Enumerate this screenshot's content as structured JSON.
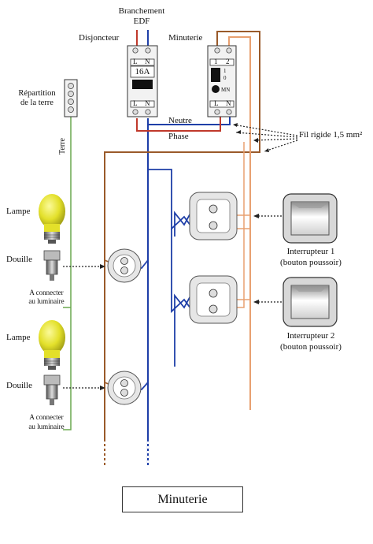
{
  "labels": {
    "branchement": "Branchement",
    "edf": "EDF",
    "disjoncteur": "Disjoncteur",
    "minuterie": "Minuterie",
    "repartition_line1": "Répartition",
    "repartition_line2": "de la terre",
    "terre": "Terre",
    "neutre": "Neutre",
    "phase": "Phase",
    "fil_rigide": "Fil rigide 1,5 mm²",
    "lampe_1": "Lampe",
    "douille_1": "Douille",
    "a_connecter_1_line1": "A connecter",
    "a_connecter_1_line2": "au luminaire",
    "lampe_2": "Lampe",
    "douille_2": "Douille",
    "a_connecter_2_line1": "A connecter",
    "a_connecter_2_line2": "au luminaire",
    "interrupteur_1_line1": "Interrupteur 1",
    "interrupteur_1_line2": "(bouton poussoir)",
    "interrupteur_2_line1": "Interrupteur 2",
    "interrupteur_2_line2": "(bouton poussoir)"
  },
  "disjoncteur": {
    "top_l": "L",
    "top_n": "N",
    "rating": "16A",
    "bottom_l": "L",
    "bottom_n": "N"
  },
  "minuterie_module": {
    "top_1": "1",
    "top_2": "2",
    "mark_1": "1",
    "mark_0": "0",
    "mn": "MN",
    "bottom_l": "L",
    "bottom_n": "N"
  },
  "caption": "Minuterie",
  "colors": {
    "phase_wire": "#c0392b",
    "neutre_wire": "#1f3fa8",
    "brown_wire": "#9a5a2a",
    "orange_wire": "#e8a070",
    "green_wire": "#6aa84f",
    "bulb": "#e3e02a"
  }
}
